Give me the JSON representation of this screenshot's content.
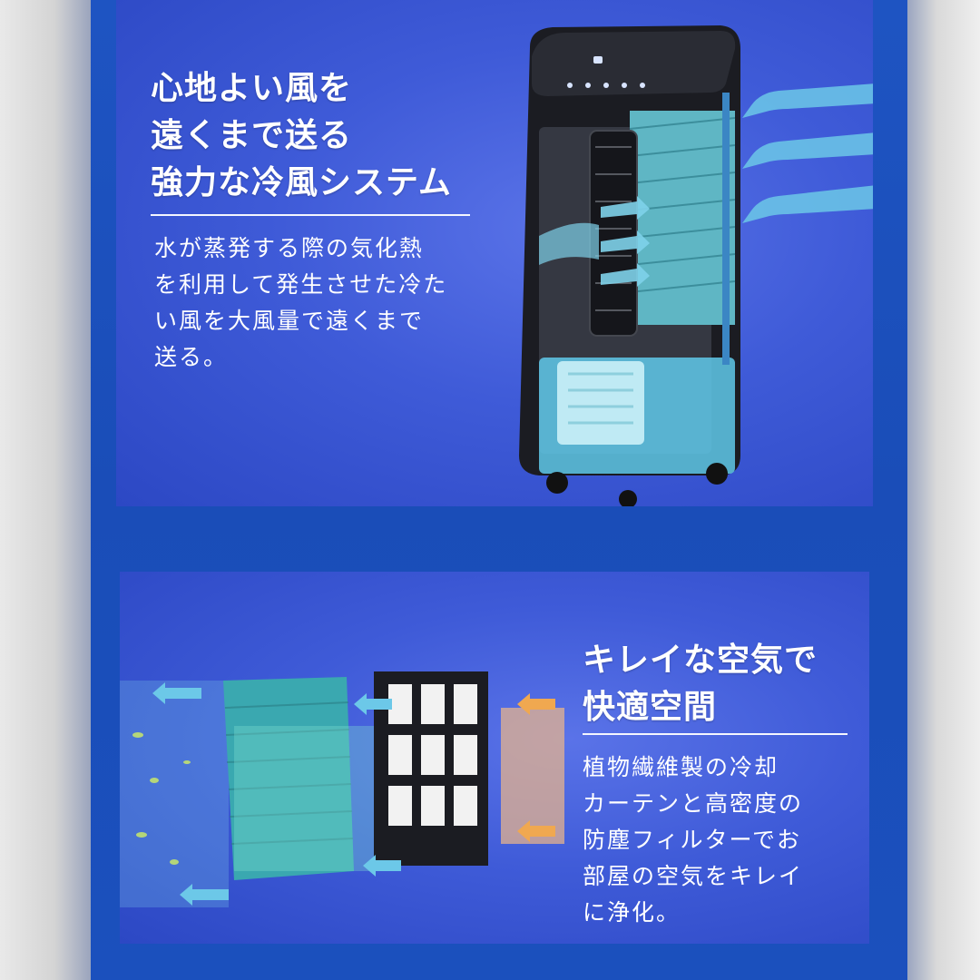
{
  "sections": [
    {
      "heading_lines": [
        "心地よい風を",
        "遠くまで送る",
        "強力な冷風システム"
      ],
      "body_lines": [
        "水が蒸発する際の気化熱",
        "を利用して発生させた冷た",
        "い風を大風量で遠くまで",
        "送る。"
      ]
    },
    {
      "heading_lines": [
        "キレイな空気で",
        "快適空間"
      ],
      "body_lines": [
        "植物繊維製の冷却",
        "カーテンと高密度の",
        "防塵フィルターでお",
        "部屋の空気をキレイ",
        "に浄化。"
      ]
    }
  ],
  "colors": {
    "background_blue": "#1e54c2",
    "panel_blue": "#3f5bd8",
    "text": "#ffffff",
    "airflow_arrow": "#6cc8e8",
    "filter_mesh": "#3aa8b0",
    "ice_pack": "#9fe3f2",
    "device_body": "#1b1c22"
  },
  "icons": [
    "airflow-arrow-icon",
    "air-cooler-illustration",
    "cooling-curtain-illustration",
    "dust-filter-illustration"
  ]
}
